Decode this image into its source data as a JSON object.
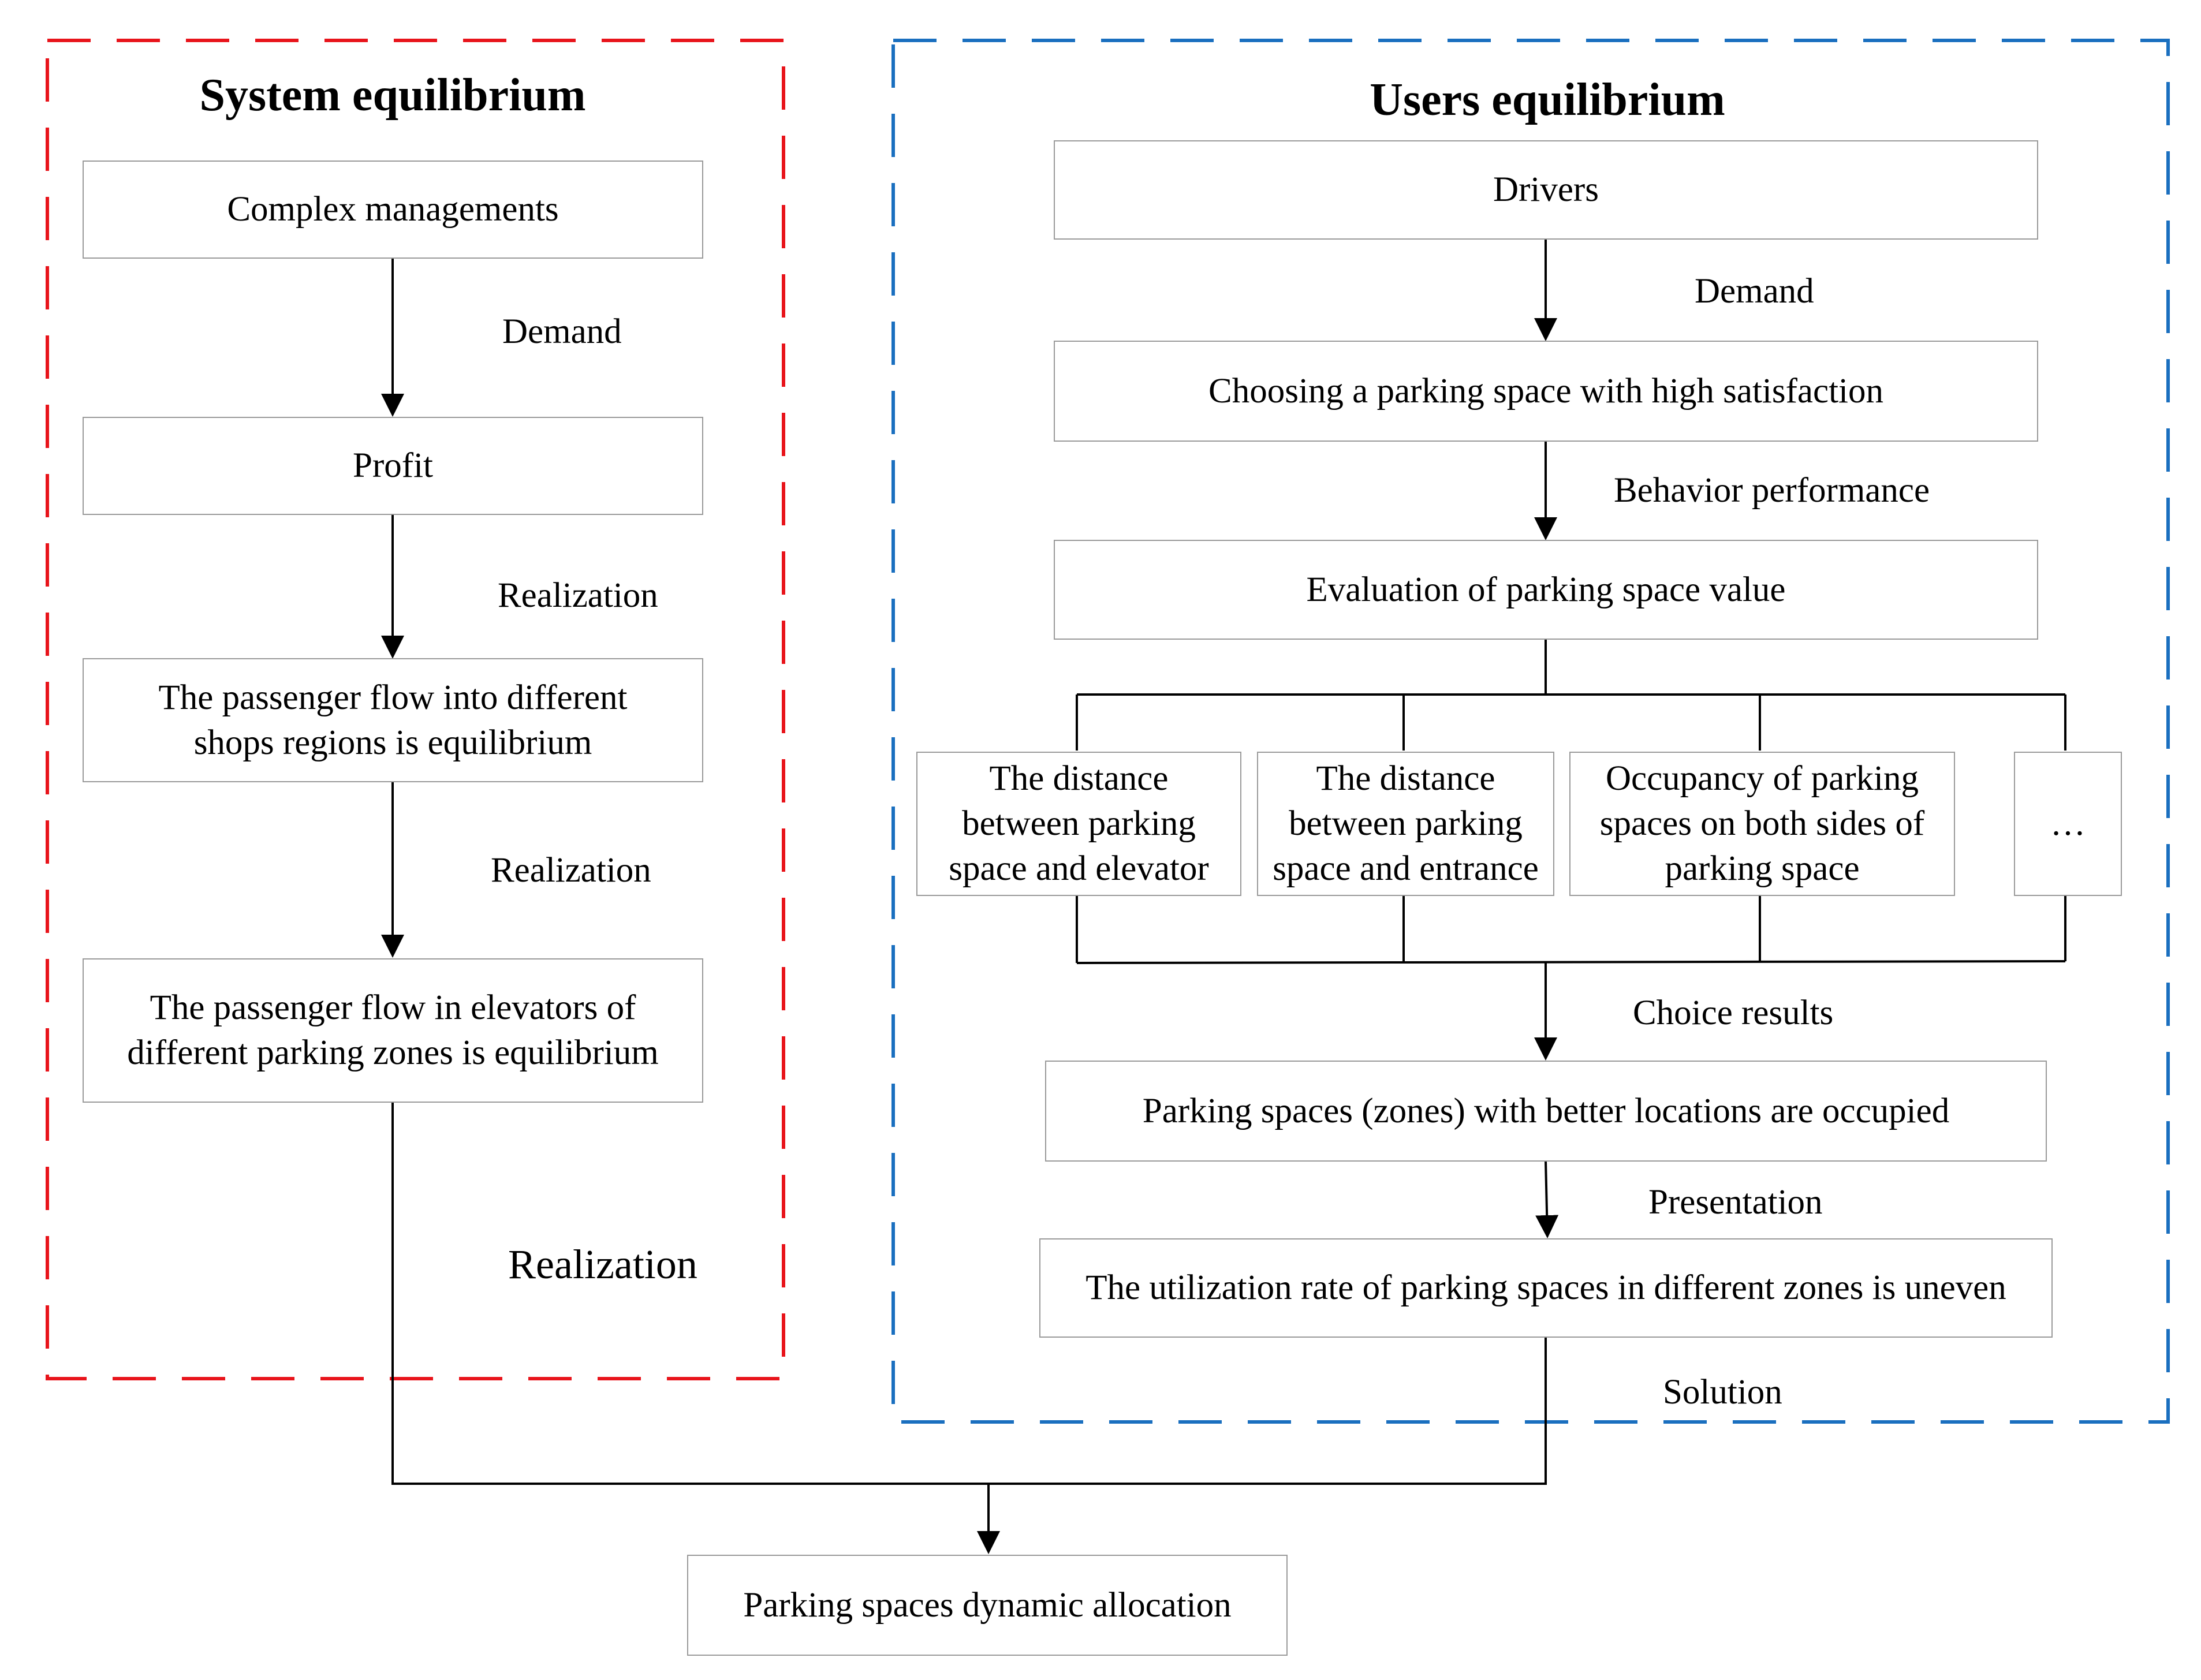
{
  "system": {
    "title": "System equilibrium",
    "boxes": {
      "complex": "Complex managements",
      "profit": "Profit",
      "shops": "The passenger flow into different shops regions is equilibrium",
      "elevators": "The passenger flow in elevators of different parking zones is equilibrium"
    },
    "labels": {
      "demand": "Demand",
      "realization1": "Realization",
      "realization2": "Realization",
      "realization3": "Realization"
    }
  },
  "users": {
    "title": "Users equilibrium",
    "boxes": {
      "drivers": "Drivers",
      "choosing": "Choosing a parking space with high satisfaction",
      "evaluation": "Evaluation of parking space value",
      "factor_elevator": "The distance between parking space and elevator",
      "factor_entrance": "The distance between parking space and entrance",
      "factor_occupancy": "Occupancy of parking spaces on both sides of parking space",
      "factor_more": "…",
      "occupied": "Parking spaces (zones) with better locations are occupied",
      "uneven": "The utilization rate of parking spaces in different zones is uneven"
    },
    "labels": {
      "demand": "Demand",
      "behavior": "Behavior performance",
      "choice": "Choice results",
      "presentation": "Presentation",
      "solution": "Solution"
    }
  },
  "final": {
    "allocation": "Parking spaces dynamic allocation"
  },
  "colors": {
    "system_border": "#e8141b",
    "users_border": "#1a6fbf",
    "box_border": "#9a9a9a",
    "connector": "#000000"
  }
}
